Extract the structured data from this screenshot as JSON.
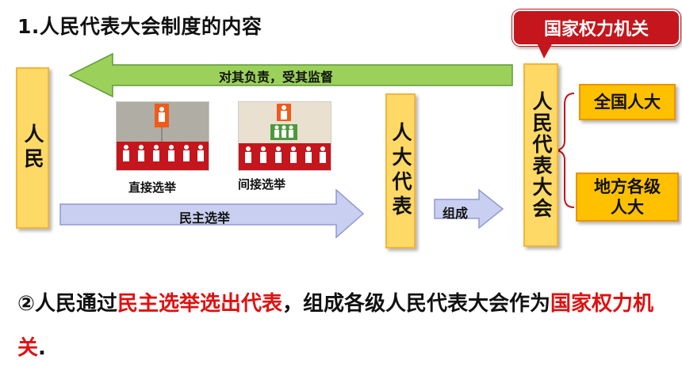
{
  "title": "1.人民代表大会制度的内容",
  "callout": "国家权力机关",
  "boxes": {
    "people": "人民",
    "reps": "人大代表",
    "npc": "人民代表大会",
    "national": "全国人大",
    "local": "地方各级人大"
  },
  "arrows": {
    "top": "对其负责，受其监督",
    "election": "民主选举",
    "compose": "组成"
  },
  "images": {
    "direct_caption": "直接选举",
    "indirect_caption": "间接选举"
  },
  "statement": {
    "prefix": "②人民通过",
    "highlight1": "民主选举选出代表",
    "middle": "，组成各级人民代表大会作为",
    "highlight2": "国家权力机关",
    "suffix": "."
  },
  "colors": {
    "accent_red": "#c4161c",
    "highlight_red": "#e01010",
    "yellow_box": "#ffd966",
    "orange_box": "#ffc000",
    "green_arrow": "#9bd15a",
    "blue_arrow": "#c9cff0"
  }
}
